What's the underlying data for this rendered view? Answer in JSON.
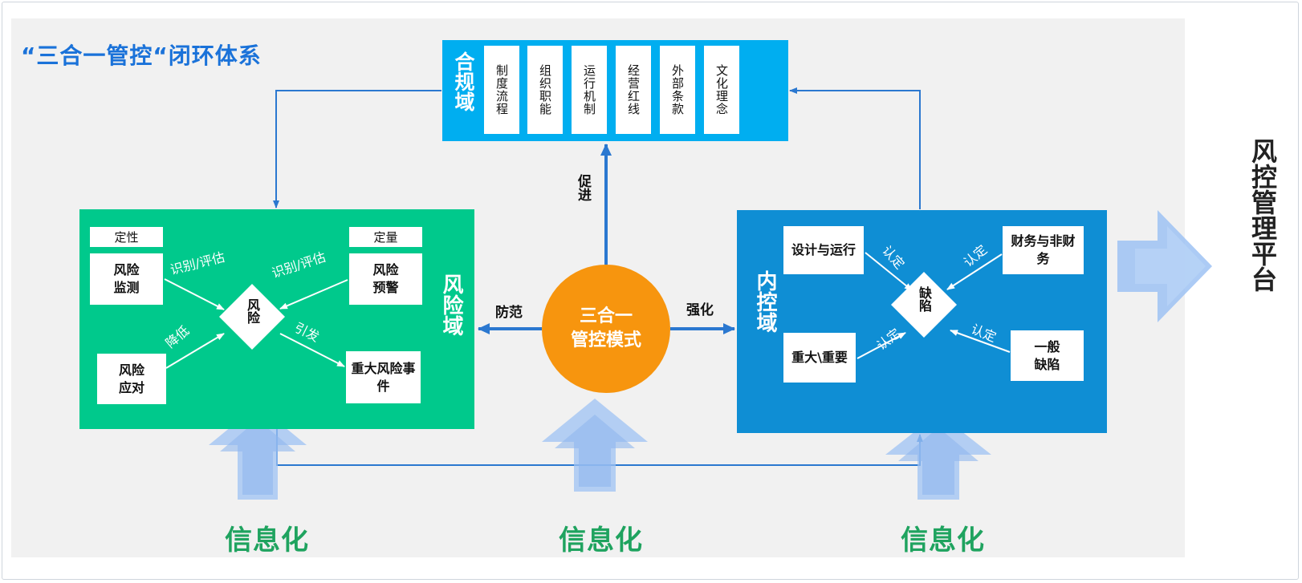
{
  "title": "“三合一管控“闭环体系",
  "compliance": {
    "label": "合规域",
    "items": [
      "制度流程",
      "组织职能",
      "运行机制",
      "经营红线",
      "外部条款",
      "文化理念"
    ]
  },
  "risk_domain": {
    "label": "风险域",
    "tag_qual": "定性",
    "tag_quant": "定量",
    "monitor": "风险监测",
    "warning": "风险预警",
    "response": "风险应对",
    "major_event": "重大风险事件",
    "center": "风险",
    "edge_identify_left": "识别/评估",
    "edge_identify_right": "识别/评估",
    "edge_reduce": "降低",
    "edge_trigger": "引发"
  },
  "internal_control": {
    "label": "内控域",
    "design": "设计与运行",
    "finance": "财务与非财务",
    "major": "重大\\重要",
    "general": "一般缺陷",
    "center": "缺陷",
    "edge_tl": "认定",
    "edge_tr": "认定",
    "edge_bl": "认定",
    "edge_br": "认定"
  },
  "center": {
    "label_line1": "三合一",
    "label_line2": "管控模式",
    "up": "促进",
    "left": "防范",
    "right": "强化"
  },
  "informatization": [
    "信息化",
    "信息化",
    "信息化"
  ],
  "platform": "风控管理平台",
  "colors": {
    "title": "#1a72d9",
    "risk_panel": "#00c98c",
    "control_panel": "#0f8ed4",
    "compliance_panel": "#00aef0",
    "center_circle": "#f7950e",
    "info_text": "#1fa35f",
    "connector": "#2b78d0",
    "hollow_arrow": "#9ec2f3"
  }
}
